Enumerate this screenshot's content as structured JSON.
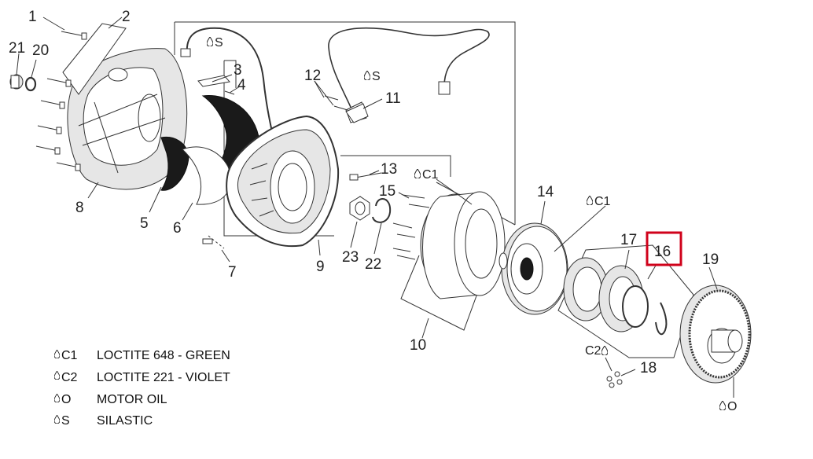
{
  "diagram": {
    "callouts": [
      {
        "id": "1",
        "text": "1"
      },
      {
        "id": "2",
        "text": "2"
      },
      {
        "id": "3",
        "text": "3"
      },
      {
        "id": "4",
        "text": "4"
      },
      {
        "id": "5",
        "text": "5"
      },
      {
        "id": "6",
        "text": "6"
      },
      {
        "id": "7",
        "text": "7"
      },
      {
        "id": "8",
        "text": "8"
      },
      {
        "id": "9",
        "text": "9"
      },
      {
        "id": "10",
        "text": "10"
      },
      {
        "id": "11",
        "text": "11"
      },
      {
        "id": "12",
        "text": "12"
      },
      {
        "id": "13",
        "text": "13"
      },
      {
        "id": "14",
        "text": "14"
      },
      {
        "id": "15",
        "text": "15"
      },
      {
        "id": "16",
        "text": "16"
      },
      {
        "id": "17",
        "text": "17"
      },
      {
        "id": "18",
        "text": "18"
      },
      {
        "id": "19",
        "text": "19"
      },
      {
        "id": "20",
        "text": "20"
      },
      {
        "id": "21",
        "text": "21"
      },
      {
        "id": "22",
        "text": "22"
      },
      {
        "id": "23",
        "text": "23"
      }
    ],
    "inline_codes": {
      "s_wire": "S",
      "s_sensor": "S",
      "c1_rotor": "C1",
      "c1_flange": "C1",
      "c2_nuts": "C2",
      "o_gear": "O"
    },
    "highlight": {
      "target": "16",
      "color": "#d0021b"
    }
  },
  "legend": [
    {
      "code": "C1",
      "text": "LOCTITE 648 - GREEN"
    },
    {
      "code": "C2",
      "text": "LOCTITE 221 - VIOLET"
    },
    {
      "code": "O",
      "text": "MOTOR OIL"
    },
    {
      "code": "S",
      "text": "SILASTIC"
    }
  ],
  "colors": {
    "line": "#333333",
    "highlight": "#d0021b",
    "fill_dark": "#1a1a1a"
  }
}
